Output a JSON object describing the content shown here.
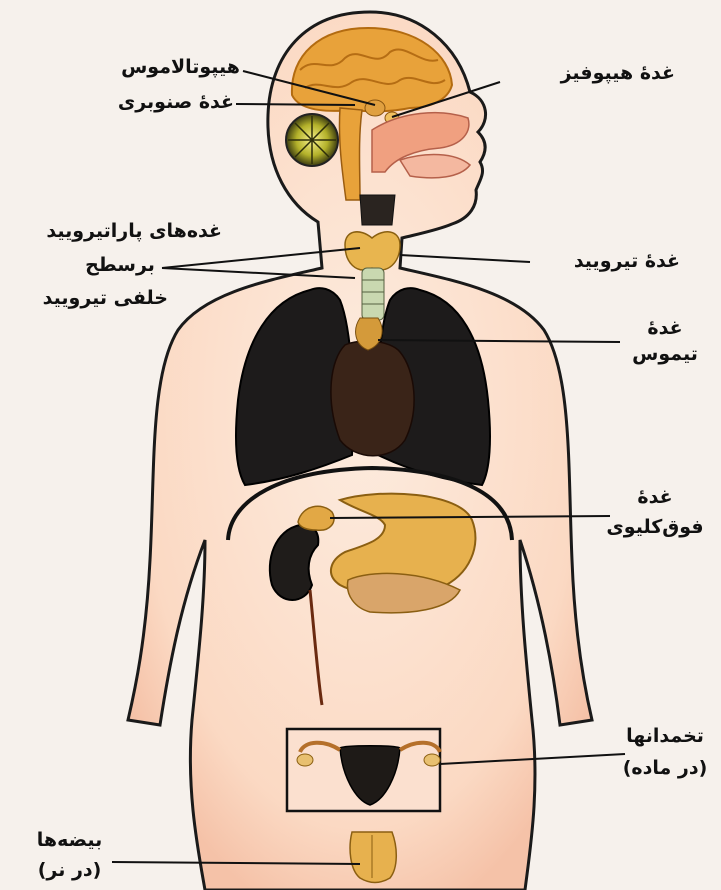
{
  "labels": {
    "hypothalamus": "هیپوتالاموس",
    "pineal": "غدهٔ صنوبری",
    "pituitary": "غدهٔ هیپوفیز",
    "parathyroid_1": "غده‌های پاراتیرویید",
    "parathyroid_2": "برسطح",
    "parathyroid_3": "خلفی تیرویید",
    "thyroid": "غدهٔ تیرویید",
    "thymus_1": "غدهٔ",
    "thymus_2": "تیموس",
    "adrenal_1": "غدهٔ",
    "adrenal_2": "فوق‌کلیوی",
    "ovaries_1": "تخمدانها",
    "ovaries_2": "(در ماده)",
    "testes_1": "بیضه‌ها",
    "testes_2": "(در نر)"
  },
  "colors": {
    "skin": "#fde7d6",
    "outline": "#1a1a1a",
    "gland": "#e8b54f",
    "lung": "#1d1b1b",
    "brain": "#e9a73d",
    "background": "#f6f1ec"
  }
}
